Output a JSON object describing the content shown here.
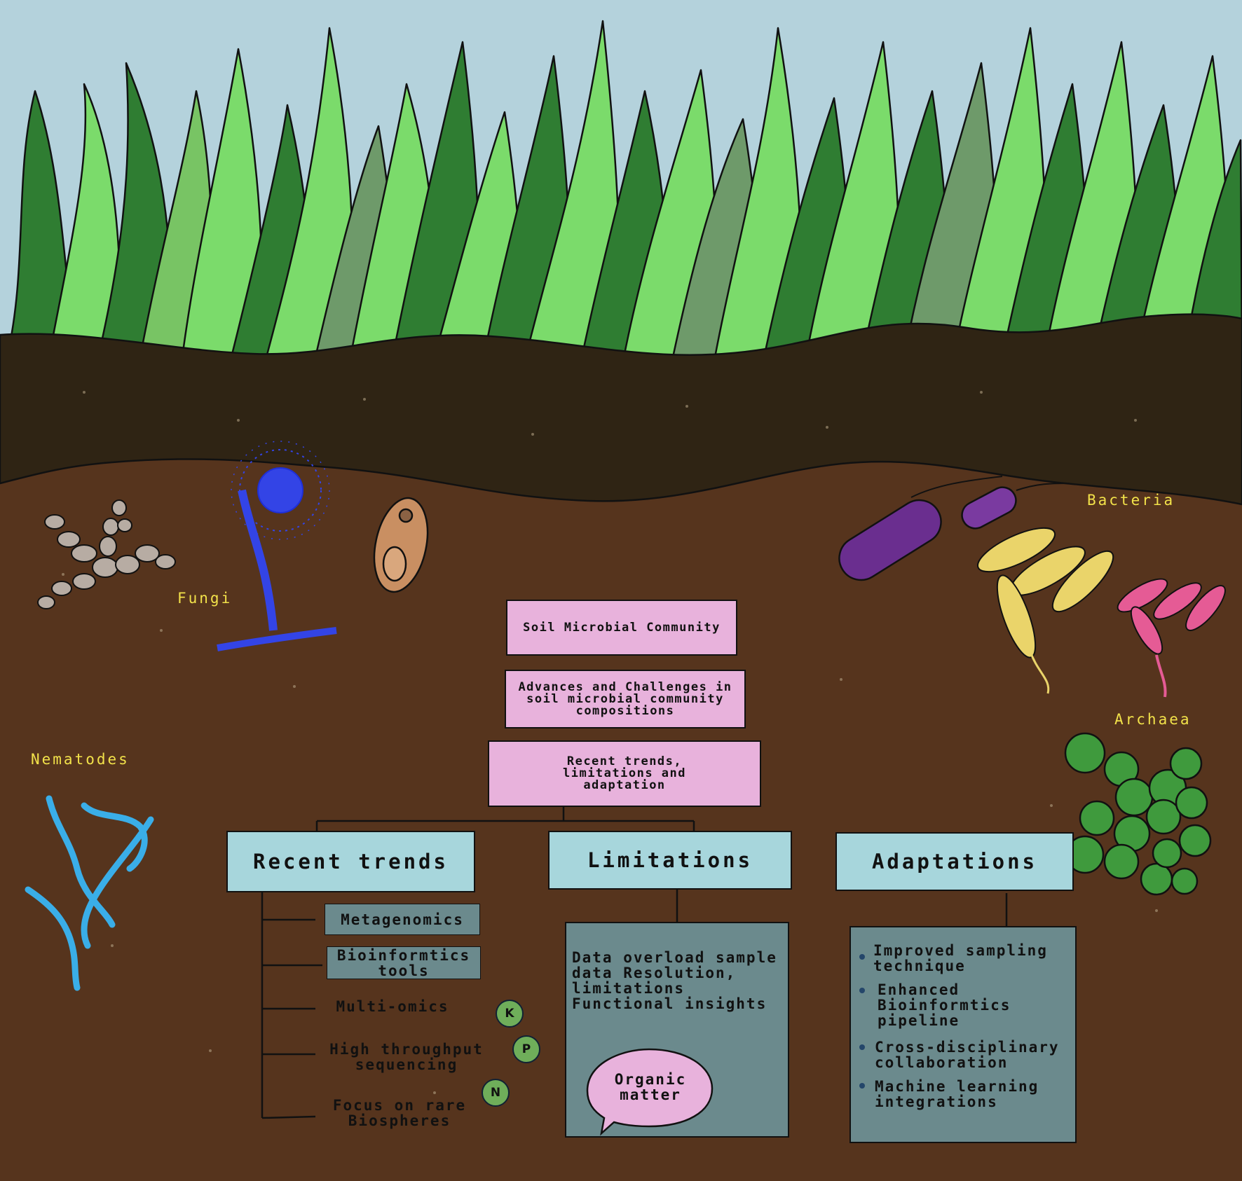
{
  "diagram": {
    "title_boxes": [
      "Soil Microbial Community",
      "Advances and Challenges in soil microbial community compositions",
      "Recent trends, limitations and adaptation"
    ],
    "organisms": {
      "fungi": "Fungi",
      "bacteria": "Bacteria",
      "archaea": "Archaea",
      "nematodes": "Nematodes"
    },
    "recent_trends": {
      "heading": "Recent trends",
      "items": [
        "Metagenomics",
        "Bioinformtics tools",
        "Multi-omics",
        "High throughput sequencing",
        "Focus on rare Biospheres"
      ]
    },
    "limitations": {
      "heading": "Limitations",
      "text": "Data overload sample data Resolution, limitations Functional insights",
      "bubble": "Organic matter"
    },
    "adaptations": {
      "heading": "Adaptations",
      "items": [
        "Improved sampling technique",
        "Enhanced Bioinformtics pipeline",
        "Cross-disciplinary collaboration",
        "Machine learning integrations"
      ]
    },
    "nutrients": [
      "K",
      "P",
      "N"
    ],
    "colors": {
      "sky": "#b4d2dc",
      "topsoil": "#2f2414",
      "soil": "#56341d",
      "pink_box": "#e8b2dc",
      "blue_box": "#a7d6dc",
      "slate_box": "#6b8a8d",
      "label_yellow": "#f2e24a"
    }
  }
}
